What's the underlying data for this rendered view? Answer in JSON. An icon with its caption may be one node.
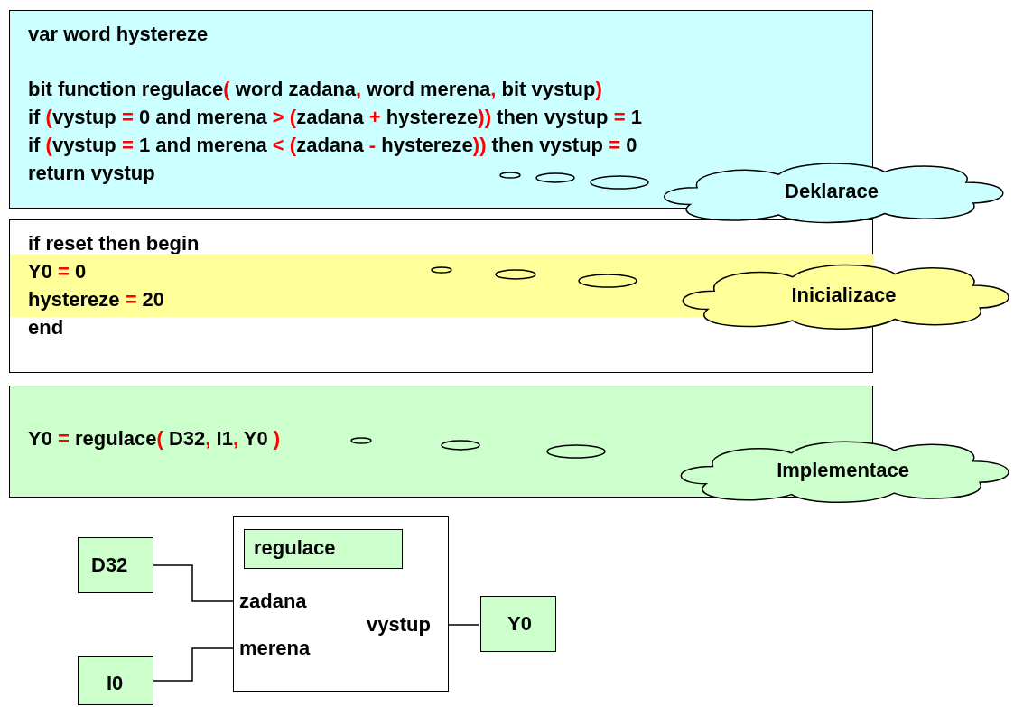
{
  "diagram": {
    "nodes": [
      {
        "text": [
          "var word hystereze",
          "bit function regulace( word zadana, word merena, bit vystup)",
          "if (vystup = 0 and merena > (zadana + hystereze)) then vystup = 1",
          "if (vystup = 1 and merena < (zadana - hystereze)) then vystup = 0",
          "return vystup"
        ]
      },
      {
        "text": [
          "Deklarace"
        ]
      },
      {
        "text": [
          "if reset then begin",
          "end"
        ]
      },
      {
        "text": [
          "Y0 = 0",
          "hystereze = 20"
        ],
        "in": 2
      },
      {
        "text": [
          "Inicializace"
        ]
      },
      {
        "text": [
          "Y0 = regulace( D32, I1, Y0 )"
        ]
      },
      {
        "text": [
          "Implementace"
        ]
      },
      {
        "text": [],
        "shape": "box"
      },
      {
        "text": [
          "regulace"
        ],
        "in": 7
      },
      {
        "text": [
          "D32"
        ]
      },
      {
        "text": [
          "zadana"
        ],
        "in": 7
      },
      {
        "text": [
          "vystup"
        ],
        "in": 7
      },
      {
        "text": [
          "Y0"
        ]
      },
      {
        "text": [
          "merena"
        ],
        "in": 7
      },
      {
        "text": [
          "I0"
        ]
      }
    ],
    "edges": [
      {
        "from": 9,
        "to": 10,
        "arrow": "none"
      },
      {
        "from": 14,
        "to": 13,
        "arrow": "none"
      },
      {
        "from": 11,
        "to": 12,
        "arrow": "none"
      }
    ]
  }
}
